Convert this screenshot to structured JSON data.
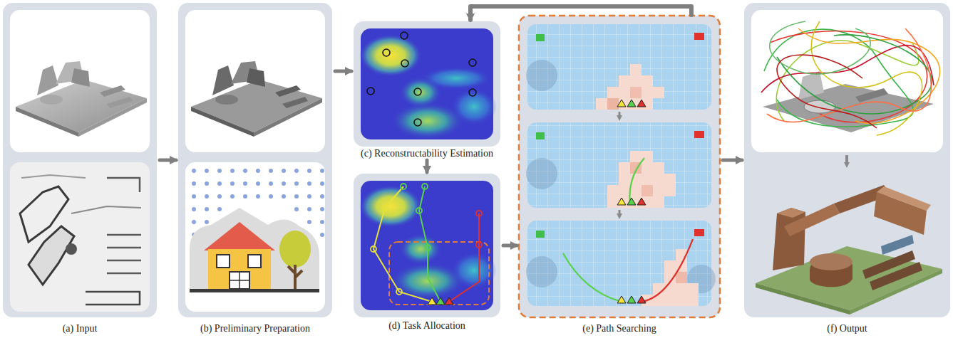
{
  "diagram": {
    "nodes": [
      {
        "text": [
          "(a) Input"
        ]
      },
      {
        "text": [
          "(b) Preliminary Preparation"
        ]
      },
      {
        "text": [
          "(c) Reconstructability Estimation"
        ]
      },
      {
        "text": [
          "(d) Task Allocation"
        ]
      },
      {
        "text": [
          "(e) Path Searching"
        ]
      },
      {
        "text": [
          "(f) Output"
        ]
      }
    ],
    "edges": [
      {
        "from": 0,
        "to": 1,
        "arrow": "to"
      },
      {
        "from": 1,
        "to": 2,
        "arrow": "to"
      },
      {
        "from": 2,
        "to": 3,
        "arrow": "to"
      },
      {
        "from": 3,
        "to": 4,
        "arrow": "to"
      },
      {
        "from": 4,
        "to": 5,
        "arrow": "to"
      },
      {
        "from": 4,
        "to": 2,
        "arrow": "to"
      }
    ]
  }
}
